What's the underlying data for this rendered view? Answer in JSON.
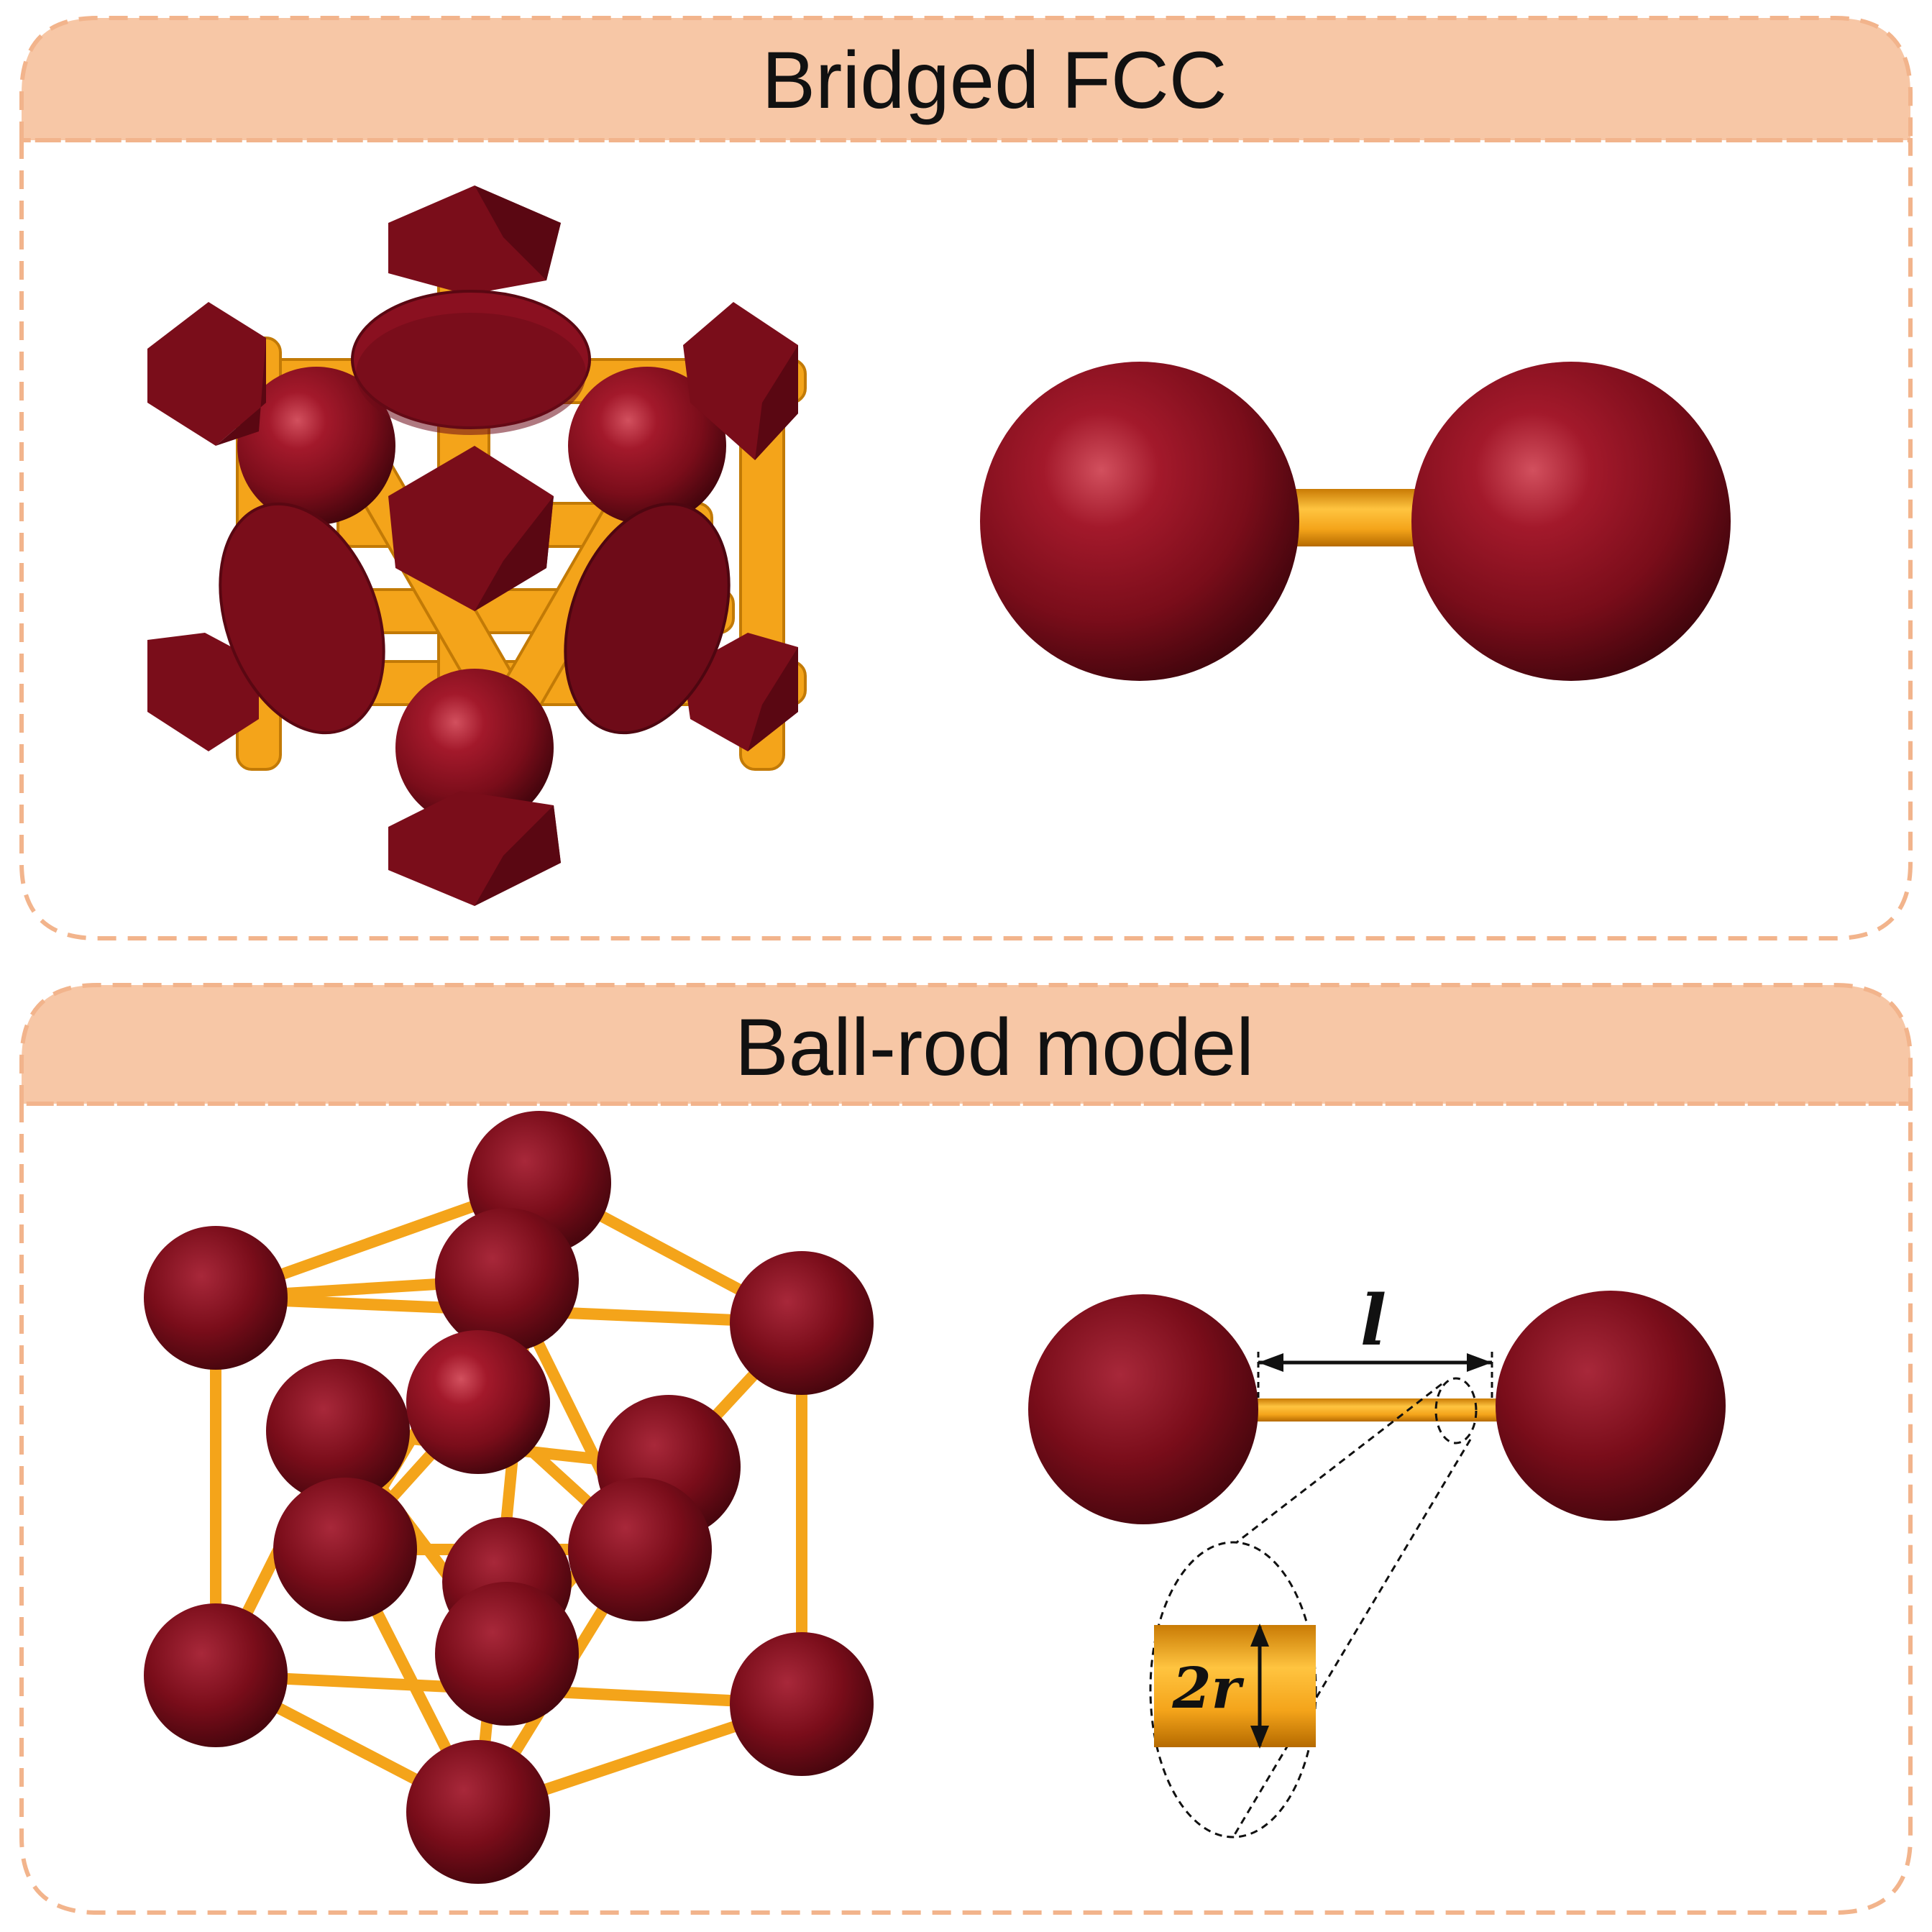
{
  "panels": {
    "top": {
      "title": "Bridged FCC"
    },
    "bottom": {
      "title": "Ball-rod model"
    }
  },
  "annotations": {
    "rod_length_label": "l",
    "rod_diameter_label": "2r"
  },
  "colors": {
    "panel_header_fill": "#f7c7a6",
    "panel_border": "#f2b48c",
    "sphere": "#7a0d1a",
    "rod": "#f4a41a"
  }
}
